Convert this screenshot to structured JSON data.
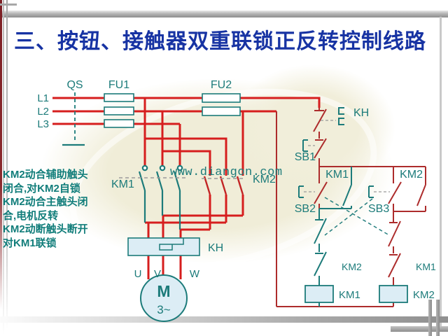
{
  "slide": {
    "title": "三、按钮、接触器双重联锁正反转控制线路"
  },
  "watermark": {
    "text": "www.diangon.com"
  },
  "note": {
    "lines": [
      "KM2动合辅助触头",
      "闭合,对KM2自锁",
      "KM2动合主触头闭",
      "合,电机反转",
      "KM2动断触头断开",
      "对KM1联锁"
    ]
  },
  "labels": {
    "l1": "L1",
    "l2": "L2",
    "l3": "L3",
    "qs": "QS",
    "fu1": "FU1",
    "fu2": "FU2",
    "km1_main": "KM1",
    "km2_main": "KM2",
    "kh_main": "KH",
    "kh_ctrl": "KH",
    "sb1": "SB1",
    "sb2": "SB2",
    "sb3": "SB3",
    "km1_latch": "KM1",
    "km2_latch": "KM2",
    "km2_interlock": "KM2",
    "km1_interlock": "KM1",
    "km1_coil": "KM1",
    "km2_coil": "KM2",
    "u": "U",
    "v": "V",
    "w": "W",
    "motor_m": "M",
    "motor_ph": "3~"
  },
  "colors": {
    "power_red": "#d61e1e",
    "control_red": "#ad2c2c",
    "component_teal": "#1c7b7a",
    "title_blue": "#1733a3",
    "watermark_green": "#00a33c",
    "coil_fill": "#dcedf5",
    "cream_bg": "#f0edd8"
  }
}
